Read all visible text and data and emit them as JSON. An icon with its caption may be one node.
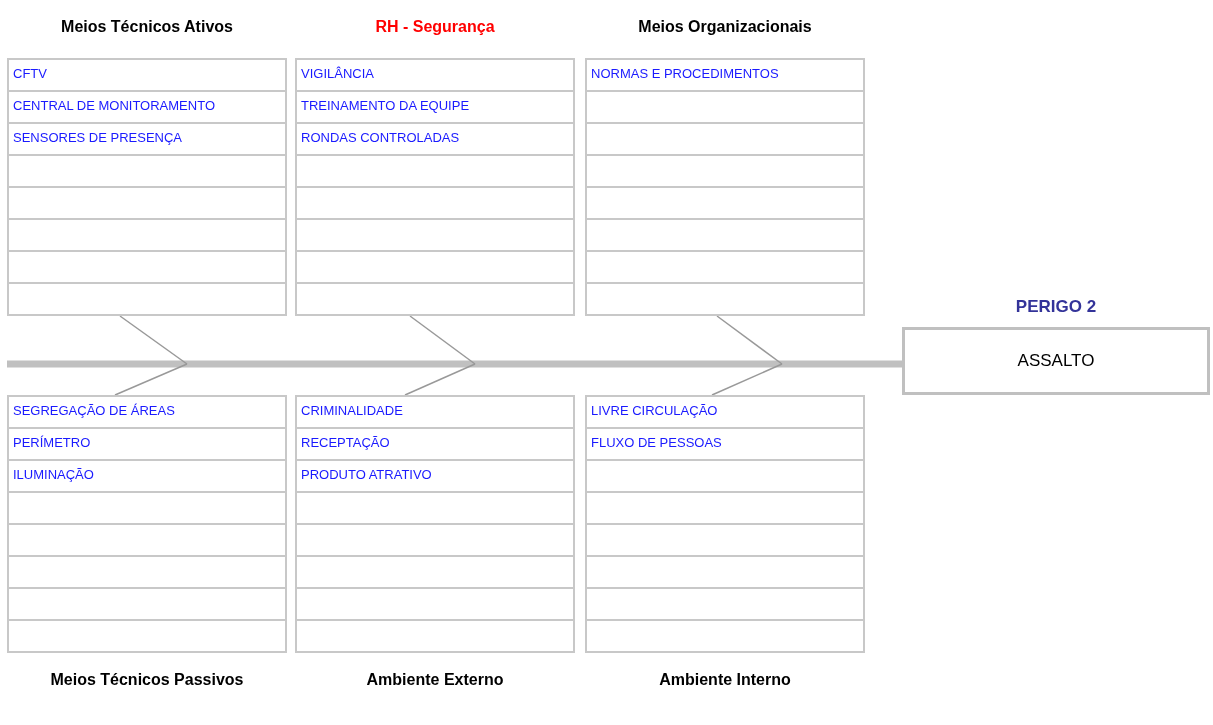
{
  "diagram": {
    "nodes": [
      {
        "text": [
          "Meios Técnicos Ativos"
        ]
      },
      {
        "text": [
          "CFTV"
        ],
        "in": 0
      },
      {
        "text": [
          "CENTRAL DE MONITORAMENTO"
        ],
        "in": 0
      },
      {
        "text": [
          "SENSORES DE PRESENÇA"
        ],
        "in": 0
      },
      {
        "text": [],
        "shape": "box",
        "in": 0
      },
      {
        "text": [],
        "shape": "box",
        "in": 0
      },
      {
        "text": [],
        "shape": "box",
        "in": 0
      },
      {
        "text": [],
        "shape": "box",
        "in": 0
      },
      {
        "text": [],
        "shape": "box",
        "in": 0
      },
      {
        "text": [
          "RH - Segurança"
        ]
      },
      {
        "text": [
          "VIGILÂNCIA"
        ],
        "in": 9
      },
      {
        "text": [
          "TREINAMENTO DA EQUIPE"
        ],
        "in": 9
      },
      {
        "text": [
          "RONDAS CONTROLADAS"
        ],
        "in": 9
      },
      {
        "text": [],
        "shape": "box",
        "in": 9
      },
      {
        "text": [],
        "shape": "box",
        "in": 9
      },
      {
        "text": [],
        "shape": "box",
        "in": 9
      },
      {
        "text": [],
        "shape": "box",
        "in": 9
      },
      {
        "text": [],
        "shape": "box",
        "in": 9
      },
      {
        "text": [
          "Meios Organizacionais"
        ]
      },
      {
        "text": [
          "NORMAS E PROCEDIMENTOS"
        ],
        "in": 18
      },
      {
        "text": [],
        "shape": "box",
        "in": 18
      },
      {
        "text": [],
        "shape": "box",
        "in": 18
      },
      {
        "text": [],
        "shape": "box",
        "in": 18
      },
      {
        "text": [],
        "shape": "box",
        "in": 18
      },
      {
        "text": [],
        "shape": "box",
        "in": 18
      },
      {
        "text": [],
        "shape": "box",
        "in": 18
      },
      {
        "text": [],
        "shape": "box",
        "in": 18
      },
      {
        "text": [
          "PERIGO 2",
          "ASSALTO"
        ]
      },
      {
        "text": [
          "Meios Técnicos Passivos"
        ]
      },
      {
        "text": [
          "SEGREGAÇÃO DE ÁREAS"
        ],
        "in": 28
      },
      {
        "text": [
          "PERÍMETRO"
        ],
        "in": 28
      },
      {
        "text": [
          "ILUMINAÇÃO"
        ],
        "in": 28
      },
      {
        "text": [],
        "shape": "box",
        "in": 28
      },
      {
        "text": [],
        "shape": "box",
        "in": 28
      },
      {
        "text": [],
        "shape": "box",
        "in": 28
      },
      {
        "text": [],
        "shape": "box",
        "in": 28
      },
      {
        "text": [],
        "shape": "box",
        "in": 28
      },
      {
        "text": [
          "Ambiente Externo"
        ]
      },
      {
        "text": [
          "CRIMINALIDADE"
        ],
        "in": 37
      },
      {
        "text": [
          "RECEPTAÇÃO"
        ],
        "in": 37
      },
      {
        "text": [
          "PRODUTO ATRATIVO"
        ],
        "in": 37
      },
      {
        "text": [],
        "shape": "box",
        "in": 37
      },
      {
        "text": [],
        "shape": "box",
        "in": 37
      },
      {
        "text": [],
        "shape": "box",
        "in": 37
      },
      {
        "text": [],
        "shape": "box",
        "in": 37
      },
      {
        "text": [],
        "shape": "box",
        "in": 37
      },
      {
        "text": [
          "Ambiente Interno"
        ]
      },
      {
        "text": [
          "LIVRE CIRCULAÇÃO"
        ],
        "in": 46
      },
      {
        "text": [
          "FLUXO DE PESSOAS"
        ],
        "in": 46
      },
      {
        "text": [],
        "shape": "box",
        "in": 46
      },
      {
        "text": [],
        "shape": "box",
        "in": 46
      },
      {
        "text": [],
        "shape": "box",
        "in": 46
      },
      {
        "text": [],
        "shape": "box",
        "in": 46
      },
      {
        "text": [],
        "shape": "box",
        "in": 46
      },
      {
        "text": [],
        "shape": "box",
        "in": 46
      }
    ],
    "edges": [
      {
        "from": null,
        "to": 27,
        "arrow": "none",
        "style": "thick"
      },
      {
        "from": 0,
        "to": null,
        "arrow": "none"
      },
      {
        "from": 28,
        "to": null,
        "arrow": "none"
      },
      {
        "from": 9,
        "to": null,
        "arrow": "none"
      },
      {
        "from": 37,
        "to": null,
        "arrow": "none"
      },
      {
        "from": 18,
        "to": null,
        "arrow": "none"
      },
      {
        "from": 46,
        "to": null,
        "arrow": "none"
      }
    ]
  }
}
